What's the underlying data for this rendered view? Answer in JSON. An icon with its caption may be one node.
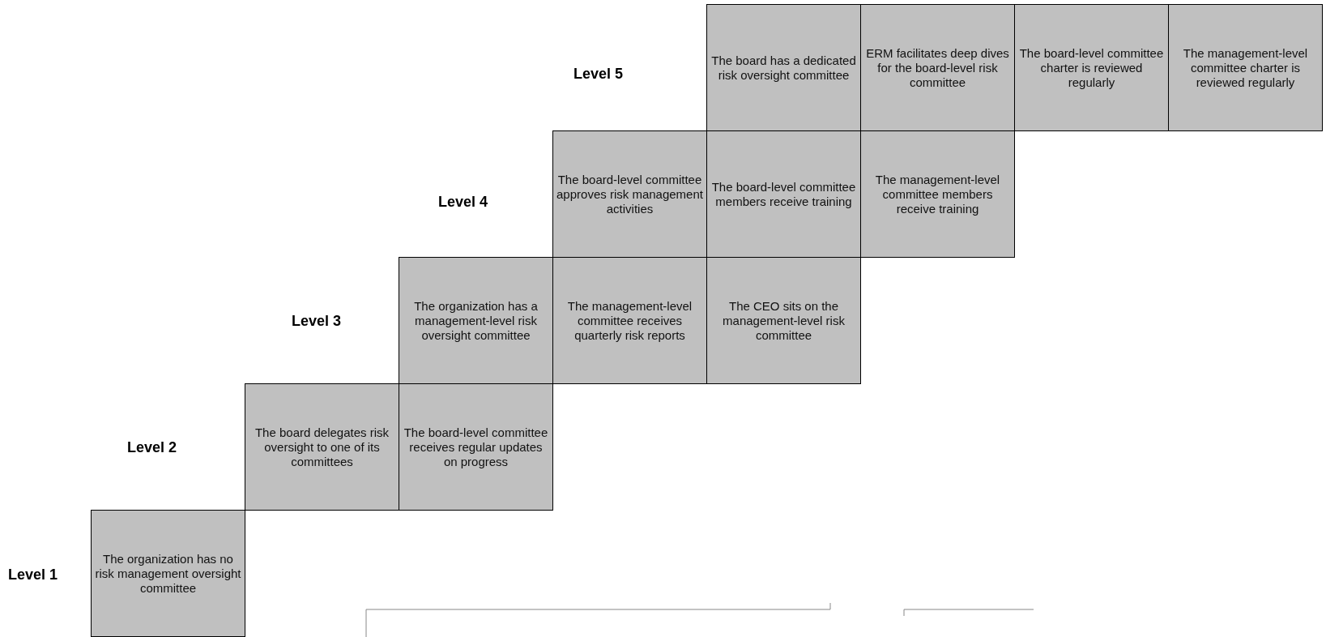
{
  "diagram": {
    "nodes": [
      {
        "text": [
          "The board has a dedicated risk oversight committee"
        ]
      },
      {
        "text": [
          "ERM facilitates deep dives for the board-level risk committee"
        ]
      },
      {
        "text": [
          "The board-level committee charter is reviewed regularly"
        ]
      },
      {
        "text": [
          "The management-level committee charter is reviewed regularly"
        ]
      },
      {
        "text": [
          "The board-level committee approves risk management activities"
        ]
      },
      {
        "text": [
          "The board-level committee members receive training"
        ]
      },
      {
        "text": [
          "The management-level committee members receive training"
        ]
      },
      {
        "text": [
          "The organization has a management-level risk oversight committee"
        ]
      },
      {
        "text": [
          "The management-level committee receives quarterly risk reports"
        ]
      },
      {
        "text": [
          "The CEO sits on the management-level risk committee"
        ]
      },
      {
        "text": [
          "The board delegates risk oversight to one of its committees"
        ]
      },
      {
        "text": [
          "The board-level committee receives regular updates on progress"
        ]
      },
      {
        "text": [
          "The organization has no risk management oversight committee"
        ]
      }
    ],
    "labels": [
      "Level 5",
      "Level 4",
      "Level 3",
      "Level 2",
      "Level 1"
    ]
  }
}
